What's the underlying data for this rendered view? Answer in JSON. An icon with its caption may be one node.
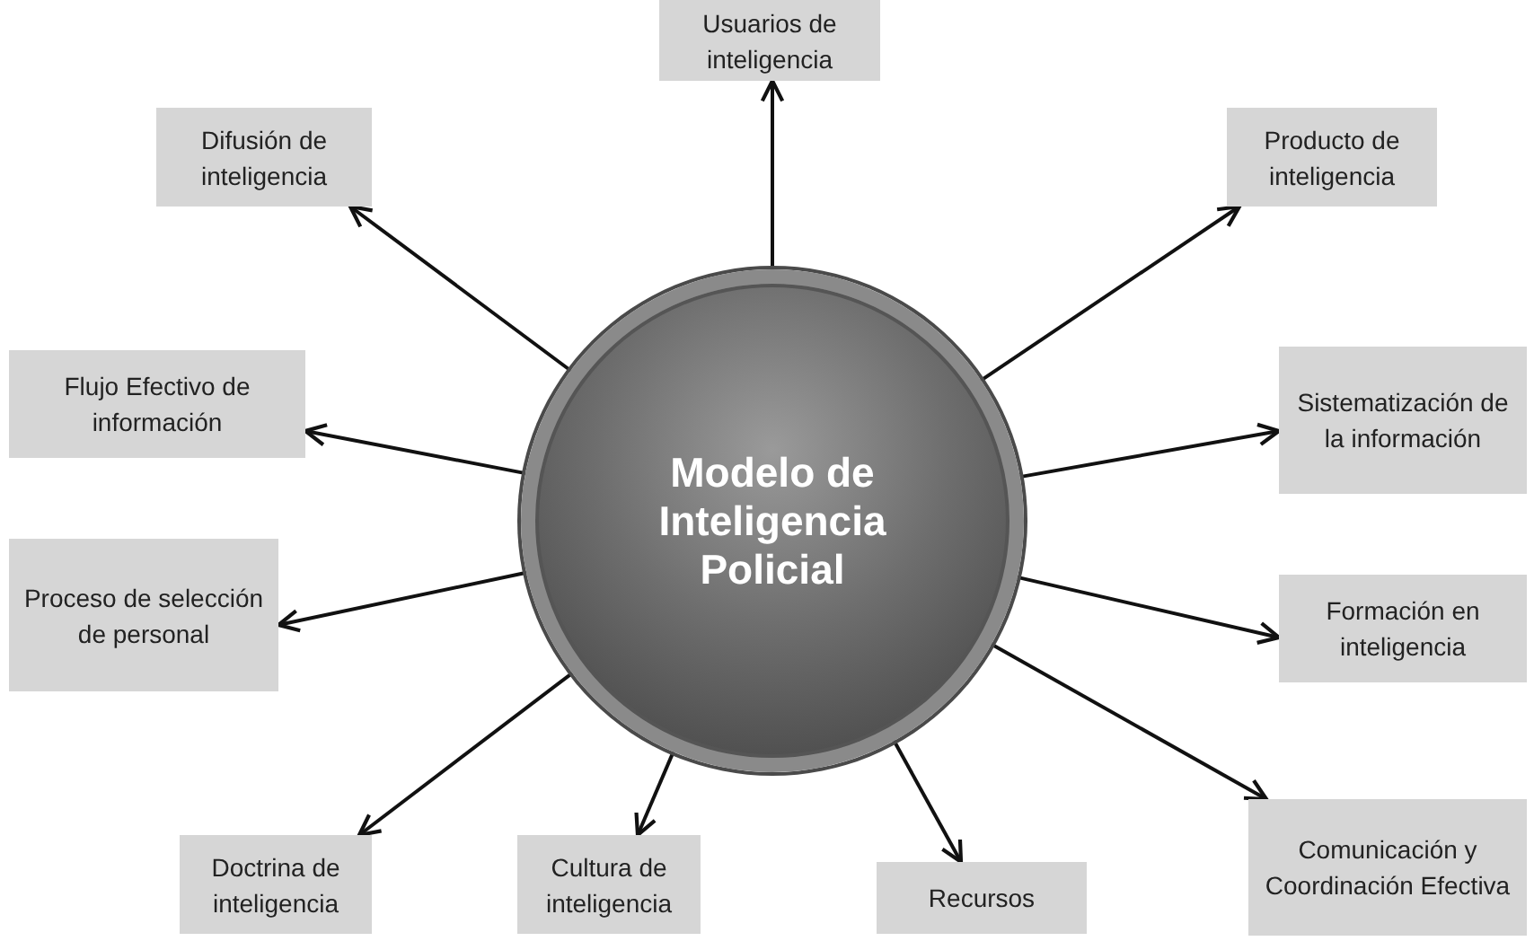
{
  "diagram": {
    "nodes": [
      {
        "text": [
          "Modelo de Inteligencia Policial"
        ]
      },
      {
        "text": [
          "Usuarios de inteligencia"
        ]
      },
      {
        "text": [
          "Difusión de inteligencia"
        ]
      },
      {
        "text": [
          "Producto de inteligencia"
        ]
      },
      {
        "text": [
          "Flujo Efectivo de información"
        ]
      },
      {
        "text": [
          "Sistematización de la información"
        ]
      },
      {
        "text": [
          "Proceso de selección de personal"
        ]
      },
      {
        "text": [
          "Formación en inteligencia"
        ]
      },
      {
        "text": [
          "Doctrina de inteligencia"
        ]
      },
      {
        "text": [
          "Cultura de inteligencia"
        ]
      },
      {
        "text": [
          "Recursos"
        ]
      },
      {
        "text": [
          "Comunicación y Coordinación Efectiva"
        ]
      }
    ],
    "edges": [
      {
        "from": 0,
        "to": 1,
        "arrow": "to"
      },
      {
        "from": 0,
        "to": 2,
        "arrow": "to"
      },
      {
        "from": 0,
        "to": 3,
        "arrow": "to"
      },
      {
        "from": 0,
        "to": 4,
        "arrow": "to"
      },
      {
        "from": 0,
        "to": 5,
        "arrow": "to"
      },
      {
        "from": 0,
        "to": 6,
        "arrow": "to"
      },
      {
        "from": 0,
        "to": 7,
        "arrow": "to"
      },
      {
        "from": 0,
        "to": 8,
        "arrow": "to"
      },
      {
        "from": 0,
        "to": 9,
        "arrow": "to"
      },
      {
        "from": 0,
        "to": 10,
        "arrow": "to"
      },
      {
        "from": 0,
        "to": 11,
        "arrow": "to"
      }
    ]
  }
}
